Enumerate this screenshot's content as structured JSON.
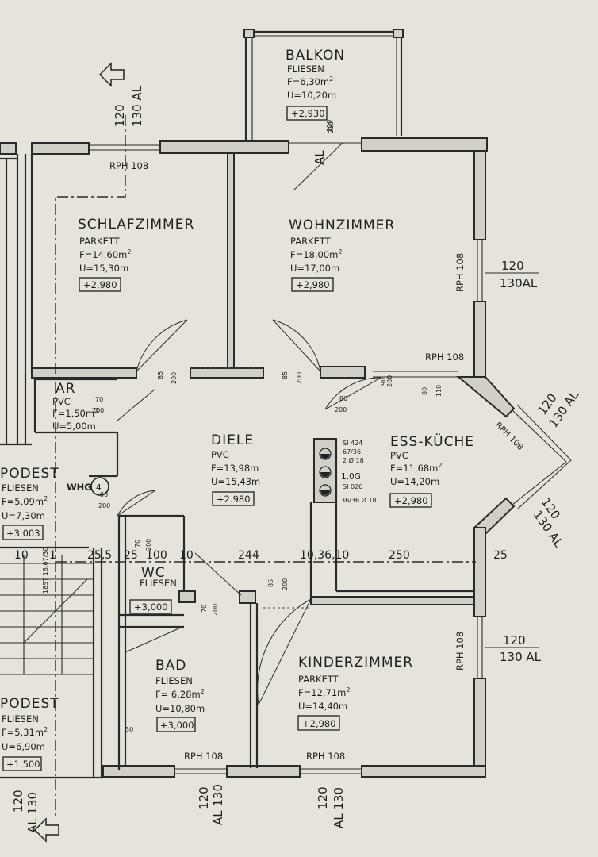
{
  "rooms": {
    "balkon": {
      "name": "BALKON",
      "floor": "FLIESEN",
      "area": "F=6,30m",
      "sup": "2",
      "perimeter": "U=10,20m",
      "height": "+2,930"
    },
    "schlafzimmer": {
      "name": "SCHLAFZIMMER",
      "floor": "PARKETT",
      "area": "F=14,60m",
      "sup": "2",
      "perimeter": "U=15,30m",
      "height": "+2,980"
    },
    "wohnzimmer": {
      "name": "WOHNZIMMER",
      "floor": "PARKETT",
      "area": "F=18,00m",
      "sup": "2",
      "perimeter": "U=17,00m",
      "height": "+2,980"
    },
    "ar": {
      "name": "AR",
      "floor": "PVC",
      "area": "F=1,50m",
      "sup": "2",
      "perimeter": "U=5,00m"
    },
    "diele": {
      "name": "DIELE",
      "floor": "PVC",
      "area": "F=13,98m",
      "sup": "",
      "perimeter": "U=15,43m",
      "height": "+2.980"
    },
    "esskueche": {
      "name": "ESS-KÜCHE",
      "floor": "PVC",
      "area": "F=11,68m",
      "sup": "2",
      "perimeter": "U=14,20m",
      "height": "+2,980"
    },
    "podest1": {
      "name": "PODEST",
      "floor": "FLIESEN",
      "area": "F=5,09m",
      "sup": "2",
      "perimeter": "U=7,30m",
      "height": "+3,003"
    },
    "wc": {
      "name": "WC",
      "floor": "FLIESEN",
      "height": "+3,000"
    },
    "bad": {
      "name": "BAD",
      "floor": "FLIESEN",
      "area": "F= 6,28m",
      "sup": "2",
      "perimeter": "U=10,80m",
      "height": "+3,000"
    },
    "kinderzimmer": {
      "name": "KINDERZIMMER",
      "floor": "PARKETT",
      "area": "F=12,71m",
      "sup": "2",
      "perimeter": "U=14,40m",
      "height": "+2,980"
    },
    "podest2": {
      "name": "PODEST",
      "floor": "FLIESEN",
      "area": "F=5,31m",
      "sup": "2",
      "perimeter": "U=6,90m",
      "height": "+1,500"
    }
  },
  "windows": {
    "w_schlaf": {
      "rph": "RPH 108",
      "top": "120",
      "bottom": "130 AL"
    },
    "w_wohn_right": {
      "rph": "RPH 108",
      "top": "120",
      "bottom": "130AL"
    },
    "w_balkon_door": {
      "top": "210",
      "mid": "120",
      "al": "AL"
    },
    "w_kueche": {
      "rph": "RPH 108",
      "top": "120",
      "bottom": "130 AL"
    },
    "w_kueche_diag": {
      "rph": "RPH 108"
    },
    "w_kinder_right": {
      "rph": "RPH 108",
      "top": "120",
      "bottom": "130 AL"
    },
    "w_bad": {
      "rph": "RPH 108",
      "top": "120",
      "bottom": "AL 130"
    },
    "w_kinder_bottom": {
      "rph": "RPH 108",
      "top": "120",
      "bottom": "AL 130"
    },
    "w_left_bottom": {
      "top": "120",
      "bottom": "AL 130"
    }
  },
  "doors": {
    "d_schlaf": {
      "w": "85",
      "h": "200"
    },
    "d_wohn": {
      "w": "85",
      "h": "200"
    },
    "d_ar": {
      "w": "70",
      "h": "200"
    },
    "d_kueche": {
      "w": "80",
      "h": "200"
    },
    "d_kueche_side": {
      "w": "80",
      "h": "110"
    },
    "d_entry": {
      "w": "90",
      "h": "200"
    },
    "d_wc": {
      "w": "70",
      "h": "200"
    },
    "d_bad": {
      "w": "70",
      "h": "200"
    },
    "d_kinder": {
      "w": "85",
      "h": "200"
    },
    "d_wohn_kueche": {
      "w": "90",
      "h": "200"
    }
  },
  "labels": {
    "whg": "WHG",
    "whg_num": "4",
    "stairs": "18ST 16,67/30",
    "shaft": "1,0G",
    "shaft_top1": "SI 424",
    "shaft_top2": "67/36",
    "shaft_top3": "2 Ø 18",
    "shaft_bot1": "SI 026",
    "shaft_bot2": "36/36 Ø 18",
    "wall_30": "30"
  },
  "dimensions": {
    "d1": "10",
    "d2": "1",
    "d3": "25,5",
    "d4": "25",
    "d5": "100",
    "d6": "10",
    "d7": "244",
    "d8": "10,36,10",
    "d9": "250",
    "d10": "25"
  }
}
